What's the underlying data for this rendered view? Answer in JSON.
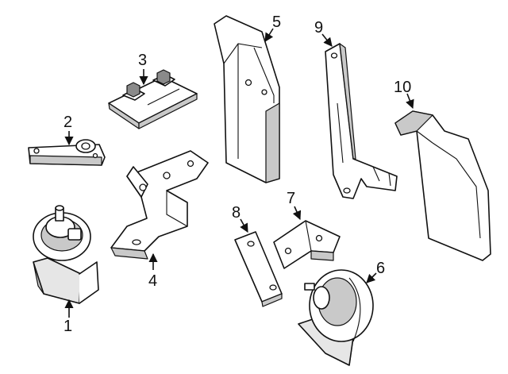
{
  "diagram": {
    "callouts": [
      {
        "id": "1",
        "label": "1"
      },
      {
        "id": "2",
        "label": "2"
      },
      {
        "id": "3",
        "label": "3"
      },
      {
        "id": "4",
        "label": "4"
      },
      {
        "id": "5",
        "label": "5"
      },
      {
        "id": "6",
        "label": "6"
      },
      {
        "id": "7",
        "label": "7"
      },
      {
        "id": "8",
        "label": "8"
      },
      {
        "id": "9",
        "label": "9"
      },
      {
        "id": "10",
        "label": "10"
      }
    ]
  },
  "colors": {
    "line": "#111111",
    "shade": "#c9c9c9",
    "background": "#ffffff"
  }
}
